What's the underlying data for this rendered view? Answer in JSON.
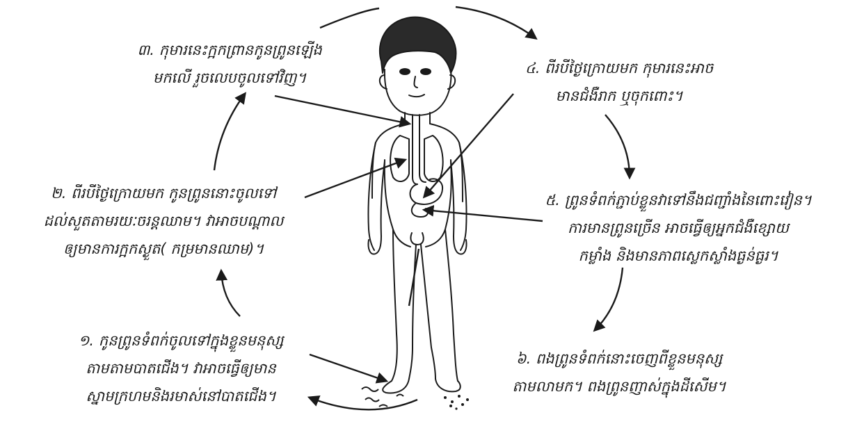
{
  "colors": {
    "ink": "#1a1a1a",
    "background": "#ffffff"
  },
  "figure": {
    "icon": "child-figure-illustration"
  },
  "steps": [
    {
      "number": "១.",
      "lines": [
        "កូនព្រូនទំពក់ចូលទៅក្នុងខ្លួនមនុស្ស",
        "តាមតាមបាតជើង។ វាអាចធ្វើឲ្យមាន",
        "ស្នាមក្រហមនិងរមាស់នៅបាតជើង។"
      ]
    },
    {
      "number": "២.",
      "lines": [
        "ពីរបីថ្ងៃក្រោយមក កូនព្រូននោះចូលទៅ",
        "ដល់សួតតាមរយៈចរន្តឈាម។ វាអាចបណ្តាល",
        "ឲ្យមានការក្អកស្ងួត( កម្រមានឈាម)។"
      ]
    },
    {
      "number": "៣.",
      "lines": [
        "កុមារនេះក្អកព្រានកូនព្រូនឡើង",
        "មកលើ រួចលេបចូលទៅវិញ។"
      ]
    },
    {
      "number": "៤.",
      "lines": [
        "ពីរបីថ្ងៃក្រោយមក កុមារនេះអាច",
        "មានជំងឺរាក ឬចុកពោះ។"
      ]
    },
    {
      "number": "៥.",
      "lines": [
        "ព្រូនទំពក់ភ្ជាប់ខ្លួនវាទៅនឹងជញ្ជាំងនៃពោះវៀន។",
        "ការមានព្រូនច្រើន អាចធ្វើឲ្យអ្នកជំងឺខ្សោយ",
        "កម្លាំង និងមានភាពស្លេកស្លាំងធ្ងន់ធ្ងរ។"
      ]
    },
    {
      "number": "៦.",
      "lines": [
        "ពងព្រូនទំពក់នោះចេញពីខ្លួនមនុស្ស",
        "តាមលាមក។ ពងព្រូនញាស់ក្នុងដីសើម។"
      ]
    }
  ]
}
